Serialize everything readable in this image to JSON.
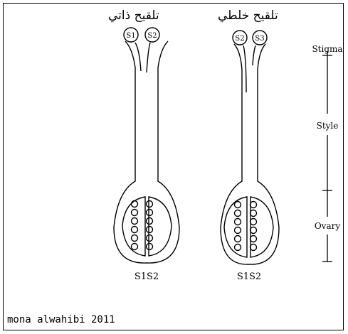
{
  "diagram": {
    "left_title": "تلقيح ذاتي",
    "right_title": "تلقيح خلطي",
    "left_stigma_labels": [
      "S1",
      "S2"
    ],
    "right_stigma_labels": [
      "S2",
      "S3"
    ],
    "left_ovary_label": "S1S2",
    "right_ovary_label": "S1S2",
    "scale_labels": {
      "stigma": "Stigma",
      "style": "Style",
      "ovary": "Ovary"
    }
  },
  "credit": "mona alwahibi 2011"
}
